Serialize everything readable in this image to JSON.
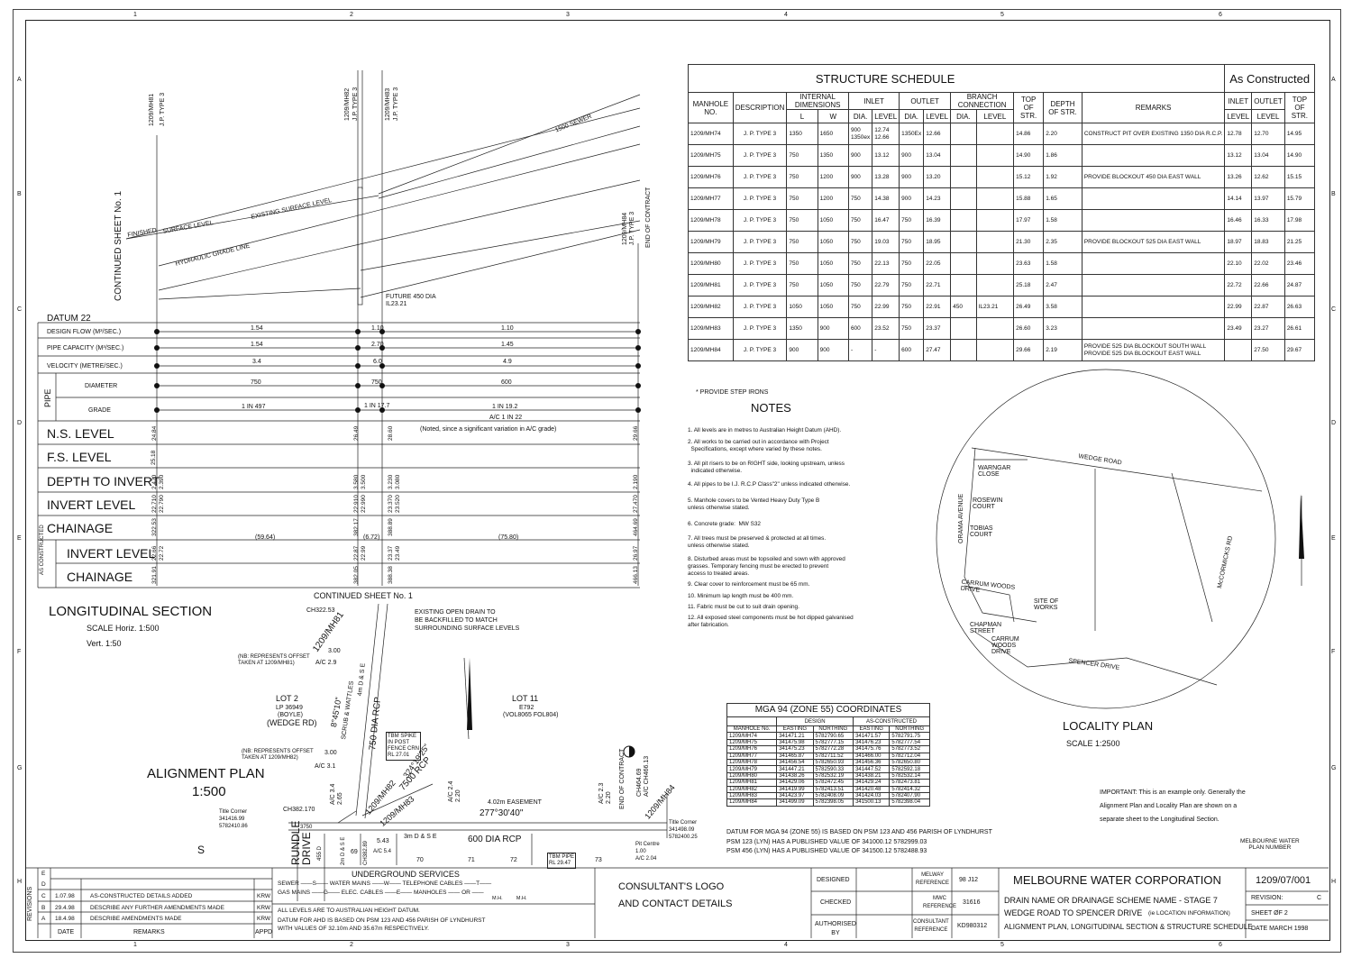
{
  "grid": {
    "cols": [
      "1",
      "2",
      "3",
      "4",
      "5",
      "6"
    ],
    "rows": [
      "A",
      "B",
      "C",
      "D",
      "E",
      "F",
      "G",
      "H"
    ]
  },
  "profile": {
    "mh_labels": [
      {
        "id": "1209/MH81",
        "type": "J.P. TYPE 3"
      },
      {
        "id": "1209/MH82",
        "type": "J.P. TYPE 3"
      },
      {
        "id": "1209/MH83",
        "type": "J.P. TYPE 3"
      },
      {
        "id": "1209/MH84",
        "type": "J.P. TYPE 3"
      }
    ],
    "continued": "CONTINUED SHEET No. 1",
    "end_of_contract": "END OF CONTRACT",
    "sewer": "1500 SEWER",
    "existing_surface": "EXISTING SURFACE LEVEL",
    "finished": "FINISHED",
    "surface_level": "SURFACE LEVEL",
    "hgl": "HYDRAULIC GRADE LINE",
    "future": "FUTURE 450 DIA",
    "future_il": "IL23.21",
    "datum": "DATUM 22"
  },
  "rows": {
    "design_flow": {
      "label": "DESIGN FLOW (M³/SEC.)",
      "v": [
        "1.54",
        "1.10",
        "1.10"
      ]
    },
    "pipe_capacity": {
      "label": "PIPE CAPACITY (M³/SEC.)",
      "v": [
        "1.54",
        "2.70",
        "1.45"
      ]
    },
    "velocity": {
      "label": "VELOCITY (METRE/SEC.)",
      "v": [
        "3.4",
        "6.0",
        "4.9"
      ]
    },
    "pipe": "PIPE",
    "diameter": {
      "label": "DIAMETER",
      "v": [
        "750",
        "750",
        "600"
      ]
    },
    "grade": {
      "label": "GRADE",
      "v": [
        "1 IN 497",
        "1 IN 17.7",
        "1 IN 19.2"
      ],
      "ac": "A/C 1 IN 22"
    },
    "ns": {
      "label": "N.S. LEVEL",
      "v": [
        "24.84",
        "26.49",
        "28.60",
        "29.66"
      ],
      "note": "(Noted, since a significant variation in A/C grade)"
    },
    "fs": {
      "label": "F.S. LEVEL",
      "v": [
        "25.18"
      ]
    },
    "depth": {
      "label": "DEPTH TO INVERT",
      "v": [
        "2.470\n2.390",
        "3.580\n3.500",
        "3.230\n3.080",
        "2.190"
      ]
    },
    "invert": {
      "label": "INVERT LEVEL",
      "v": [
        "22.710\n22.790",
        "22.910\n22.990",
        "23.370\n23.520",
        "27.470"
      ]
    },
    "chainage": {
      "label": "CHAINAGE",
      "v": [
        "322.53",
        "382.17",
        "388.89",
        "464.69"
      ],
      "seg": [
        "(59.64)",
        "(6.72)",
        "(75.80)"
      ]
    },
    "as_constructed": "AS CONSTRUCTED",
    "ac_invert": {
      "label": "INVERT LEVEL",
      "v": [
        "22.66\n22.72",
        "22.87\n22.99",
        "23.37\n23.49",
        "26.97"
      ]
    },
    "ac_chainage": {
      "label": "CHAINAGE",
      "v": [
        "321.91",
        "382.05",
        "388.38",
        "466.13"
      ]
    }
  },
  "long": {
    "title": "LONGITUDINAL SECTION",
    "scale": "SCALE  Horiz. 1:500",
    "vert": "Vert.  1:50"
  },
  "schedule": {
    "title": "STRUCTURE SCHEDULE",
    "as_con": "As Constructed",
    "heads": [
      "MANHOLE NO.",
      "DESCRIPTION",
      "INTERNAL DIMENSIONS",
      "INLET",
      "OUTLET",
      "BRANCH CONNECTION",
      "TOP OF STR.",
      "DEPTH OF STR.",
      "REMARKS",
      "INLET",
      "OUTLET",
      "TOP OF STR."
    ],
    "sub": [
      "L",
      "W",
      "DIA.",
      "LEVEL",
      "DIA.",
      "LEVEL",
      "DIA.",
      "LEVEL",
      "LEVEL",
      "LEVEL"
    ],
    "rows": [
      [
        "1209/MH74",
        "J. P. TYPE 3",
        "1350",
        "1650",
        "900\n1350ex",
        "12.74\n12.66",
        "1350Ex",
        "12.66",
        "",
        "",
        "14.86",
        "2.20",
        "CONSTRUCT PIT OVER EXISTING 1350 DIA R.C.P.",
        "12.78",
        "12.70",
        "14.95"
      ],
      [
        "1209/MH75",
        "J. P. TYPE 3",
        "750",
        "1350",
        "900",
        "13.12",
        "900",
        "13.04",
        "",
        "",
        "14.90",
        "1.86",
        "",
        "13.12",
        "13.04",
        "14.90"
      ],
      [
        "1209/MH76",
        "J. P. TYPE 3",
        "750",
        "1200",
        "900",
        "13.28",
        "900",
        "13.20",
        "",
        "",
        "15.12",
        "1.92",
        "PROVIDE BLOCKOUT 450 DIA EAST WALL",
        "13.26",
        "12.62",
        "15.15"
      ],
      [
        "1209/MH77",
        "J. P. TYPE 3",
        "750",
        "1200",
        "750",
        "14.38",
        "900",
        "14.23",
        "",
        "",
        "15.88",
        "1.65",
        "",
        "14.14",
        "13.97",
        "15.79"
      ],
      [
        "1209/MH78",
        "J. P. TYPE 3",
        "750",
        "1050",
        "750",
        "16.47",
        "750",
        "16.39",
        "",
        "",
        "17.97",
        "1.58",
        "",
        "16.46",
        "16.33",
        "17.98"
      ],
      [
        "1209/MH79",
        "J. P. TYPE 3",
        "750",
        "1050",
        "750",
        "19.03",
        "750",
        "18.95",
        "",
        "",
        "21.30",
        "2.35",
        "PROVIDE BLOCKOUT 525 DIA EAST WALL",
        "18.97",
        "18.83",
        "21.25"
      ],
      [
        "1209/MH80",
        "J. P. TYPE 3",
        "750",
        "1050",
        "750",
        "22.13",
        "750",
        "22.05",
        "",
        "",
        "23.63",
        "1.58",
        "",
        "22.10",
        "22.02",
        "23.46"
      ],
      [
        "1209/MH81",
        "J. P. TYPE 3",
        "750",
        "1050",
        "750",
        "22.79",
        "750",
        "22.71",
        "",
        "",
        "25.18",
        "2.47",
        "",
        "22.72",
        "22.66",
        "24.87"
      ],
      [
        "1209/MH82",
        "J. P. TYPE 3",
        "1050",
        "1050",
        "750",
        "22.99",
        "750",
        "22.91",
        "450",
        "IL23.21",
        "26.49",
        "3.58",
        "",
        "22.99",
        "22.87",
        "26.63"
      ],
      [
        "1209/MH83",
        "J. P. TYPE 3",
        "1350",
        "900",
        "600",
        "23.52",
        "750",
        "23.37",
        "",
        "",
        "26.60",
        "3.23",
        "",
        "23.49",
        "23.27",
        "26.61"
      ],
      [
        "1209/MH84",
        "J. P. TYPE 3",
        "900",
        "900",
        "-",
        "-",
        "600",
        "27.47",
        "",
        "",
        "29.66",
        "2.19",
        "PROVIDE 525 DIA BLOCKOUT SOUTH WALL\nPROVIDE 525 DIA BLOCKOUT EAST WALL",
        "",
        "27.50",
        "29.67"
      ]
    ],
    "footnote": "* PROVIDE STEP IRONS"
  },
  "notes": {
    "title": "NOTES",
    "items": [
      "1. All levels are in metres to Australian Height Datum (AHD).",
      "2. All works to be carried out in accordance with Project\n  Specifications, except where varied by these notes.",
      "3. All pit risers to be on RIGHT side, looking upstream, unless\n  indicated otherwise.",
      "4. All pipes to be I.J. R.C.P Class\"2\" unless indicated otherwise.",
      "5. Manhole covers to be Vented Heavy Duty Type B\nunless otherwise stated.",
      "6. Concrete grade:  MW S32",
      "7. All trees must be preserved & protected at all times.\nunless otherwise stated.",
      "8. Disturbed areas must be topsoiled and sown with approved\ngrasses. Temporary fencing must be erected to prevent\naccess to treated areas.",
      "9. Clear cover to reinforcement must be 65 mm.",
      "10. Minimum lap length must be 400 mm.",
      "11. Fabric must be cut to suit drain opening.",
      "12. All exposed steel components must be hot dipped galvanised\nafter fabrication."
    ]
  },
  "locality": {
    "title": "LOCALITY PLAN",
    "scale": "SCALE     1:2500",
    "streets": [
      "WEDGE ROAD",
      "WARNGAR CLOSE",
      "ROSEWIN COURT",
      "TOBIAS COURT",
      "ORAMA AVENUE",
      "McCORMICKS RD",
      "CARRUM WOODS DRIVE",
      "SITE OF WORKS",
      "CHAPMAN STREET",
      "CARRUM WOODS DRIVE",
      "SPENCER DRIVE"
    ]
  },
  "mga": {
    "title": "MGA 94 (ZONE 55) COORDINATES",
    "design": "DESIGN",
    "asc": "AS-CONSTRUCTED",
    "heads": [
      "MANHOLE No.",
      "EASTING",
      "NORTHING",
      "EASTING",
      "NORTHING"
    ],
    "rows": [
      [
        "1209/MH74",
        "341471.21",
        "5782790.65",
        "341471.57",
        "5782791.75"
      ],
      [
        "1209/MH75",
        "341475.98",
        "5782777.15",
        "341476.23",
        "5782777.54"
      ],
      [
        "1209/MH76",
        "341475.23",
        "5782772.28",
        "341475.76",
        "5782773.52"
      ],
      [
        "1209/MH77",
        "341465.87",
        "5782711.52",
        "341466.00",
        "5782712.04"
      ],
      [
        "1209/MH78",
        "341456.54",
        "5782650.93",
        "341456.36",
        "5782650.80"
      ],
      [
        "1209/MH79",
        "341447.21",
        "5782590.33",
        "341447.52",
        "5782592.18"
      ],
      [
        "1209/MH80",
        "341438.26",
        "5782532.19",
        "341438.21",
        "5782532.14"
      ],
      [
        "1209/MH81",
        "341429.06",
        "5782472.45",
        "341429.24",
        "5782473.81"
      ],
      [
        "1209/MH82",
        "341419.99",
        "5782413.51",
        "341420.48",
        "5782414.32"
      ],
      [
        "1209/MH83",
        "341423.97",
        "5782408.09",
        "341424.03",
        "5782407.90"
      ],
      [
        "1209/MH84",
        "341499.09",
        "5782398.05",
        "341500.13",
        "5782398.04"
      ]
    ],
    "datum1": "DATUM FOR  MGA 94  (ZONE 55) IS BASED ON PSM 123 AND 456 PARISH OF LYNDHURST",
    "datum2": "PSM 123 (LYN) HAS A PUBLISHED VALUE OF 341000.12  5782999.03",
    "datum3": "PSM 456 (LYN) HAS A PUBLISHED VALUE OF 341500.12  5782488.93"
  },
  "important": [
    "IMPORTANT:  This is an example only.  Generally the",
    "Alignment Plan and Locality Plan are shown on a",
    "separate sheet to the Longitudinal Section."
  ],
  "plan": {
    "title": "ALIGNMENT PLAN",
    "scale": "1:500",
    "continued": "CONTINUED SHEET No. 1",
    "ch1": "CH322.53",
    "mh81": "1209/MH81",
    "mh82": "1209/MH82",
    "mh83": "1209/MH83",
    "mh84": "1209/MH84",
    "drain": "EXISTING OPEN DRAIN TO\nBE BACKFILLED TO MATCH\nSURROUNDING SURFACE LEVELS",
    "nb1": "(NB: REPRESENTS OFFSET\nTAKEN AT 1209/MH81)",
    "nb2": "(NB: REPRESENTS OFFSET\nTAKEN AT 1209/MH82)",
    "ac29": "A/C 2.9",
    "ac31": "A/C 3.1",
    "off": "3.00",
    "off2": "3.00",
    "lot2": "LOT 2",
    "lp": "LP 36949",
    "boyle": "(BOYLE)",
    "wedge": "(WEDGE RD)",
    "lot11": "LOT 11",
    "e792": "E792",
    "vol": "(VOL8065 FOL804)",
    "bearing1": "8°45'10\"",
    "scrub": "SCRUB & WATTLES",
    "rcp750": "750 DIA RCP",
    "dse4": "4m D & S E",
    "tbm1": "TBM SPIKE\nIN POST\nFENCE CRN\nRL 27.01",
    "bearing2": "324°19'25\"",
    "rcp7500": "7500 RCP",
    "ch382": "CH382.170",
    "ac34": "A/C 3.4\n2.65",
    "ac24": "A/C 2.4\n2.20",
    "ac23": "A/C 2.3\n2.20",
    "ease": "4.02m EASEMENT",
    "bearing3": "277°30'40\"",
    "eoc": "END OF CONTRACT",
    "ch464": "CH464.69\nA/C CH466.13",
    "tc1": "Title Corner\n341416.99\n5782410.86",
    "tc2": "Title Corner\n341498.09\n5782400.25",
    "rundle": "RUNDLE\nDRIVE",
    "dse3": "3m D & S E",
    "rcp600": "600 DIA RCP",
    "tbm2": "TBM PIPE\nRL 29.47",
    "pit": "Pit Centre\n1.00\nA/C 2.04",
    "lots": [
      "69",
      "70",
      "71",
      "72",
      "73"
    ],
    "s": "S",
    "dim": "3750",
    "ch38289": "CH382.89",
    "v543": "5.43",
    "ac54": "A/C 5.4",
    "v455": "455 D",
    "dse2": "2m D & S E"
  },
  "revisions": {
    "label": "REVISIONS",
    "rows": [
      [
        "E",
        "",
        "",
        ""
      ],
      [
        "D",
        "",
        "",
        ""
      ],
      [
        "C",
        "1.07.98",
        "AS-CONSTRUCTED DETAILS ADDED",
        "KRW"
      ],
      [
        "B",
        "29.4.98",
        "DESCRIBE ANY FURTHER AMENDMENTS MADE",
        "KRW"
      ],
      [
        "A",
        "18.4.98",
        "DESCRIBE AMENDMENTS MADE",
        "KRW"
      ]
    ],
    "date": "DATE",
    "remarks": "REMARKS",
    "appd": "APPD"
  },
  "services": {
    "title": "UNDERGROUND SERVICES",
    "l1": "SEWER ——S——  WATER MAINS ——W——   TELEPHONE CABLES ——T——",
    "l2": "GAS MAINS ——G——  ELEC. CABLES ——E——   MANHOLES ——  OR ——",
    "mh": "M.H.          M.H.",
    "ahd": "ALL LEVELS ARE TO AUSTRALIAN HEIGHT DATUM.",
    "d1": "DATUM FOR AHD IS BASED ON PSM 123 AND 456 PARISH OF LYNDHURST",
    "d2": "WITH VALUES OF 32.10m AND 35.67m RESPECTIVELY."
  },
  "consult": [
    "CONSULTANT'S LOGO",
    "AND CONTACT DETAILS"
  ],
  "tb": {
    "designed": "DESIGNED",
    "checked": "CHECKED",
    "authorised": "AUTHORISED\nBY",
    "melway": "MELWAY\nREFERENCE",
    "melway_v": "98 J12",
    "mwc": "MWC\nREFERENCE",
    "mwc_v": "31616",
    "cons": "CONSULTANT\nREFERENCE",
    "cons_v": "KD980312",
    "corp": "MELBOURNE WATER CORPORATION",
    "drain": "DRAIN NAME OR DRAINAGE SCHEME NAME - STAGE 7",
    "wedge": "WEDGE ROAD TO SPENCER DRIVE",
    "loc": "(ie LOCATION INFORMATION)",
    "desc": "ALIGNMENT PLAN, LONGITUDINAL SECTION & STRUCTURE SCHEDULE",
    "plan_no": "1209/07/001",
    "plan_label": "MELBOURNE WATER\nPLAN NUMBER",
    "revision": "REVISION:",
    "rev_v": "C",
    "sheet": "SHEET  ØF  2",
    "date": "DATE    MARCH 1998"
  }
}
